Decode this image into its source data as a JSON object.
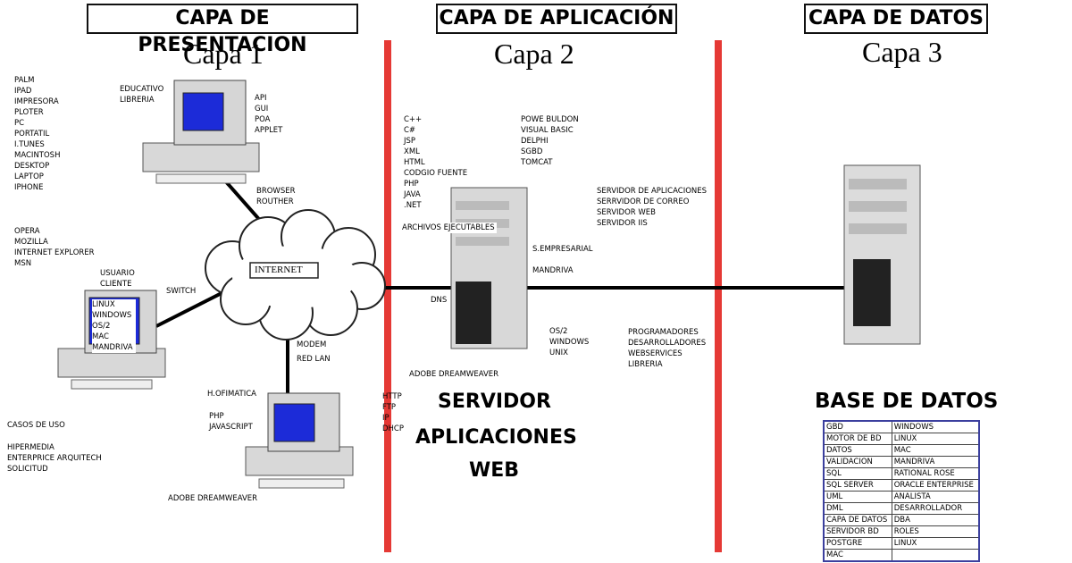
{
  "layers": {
    "presentation_header": "CAPA DE PRESENTACION",
    "application_header": "CAPA DE APLICACIÓN",
    "data_header": "CAPA DE DATOS",
    "capa1": "Capa 1",
    "capa2": "Capa 2",
    "capa3": "Capa 3"
  },
  "presentation": {
    "devices": [
      "PALM",
      "IPAD",
      "IMPRESORA",
      "PLOTER",
      "PC",
      "PORTATIL",
      "I.TUNES",
      "MACINTOSH",
      "DESKTOP",
      "LAPTOP",
      "IPHONE"
    ],
    "top_pc_label": [
      "EDUCATIVO",
      "LIBRERIA"
    ],
    "top_pc_side": [
      "API",
      "GUI",
      "POA",
      "APPLET"
    ],
    "browser_router": [
      "BROWSER",
      "ROUTHER"
    ],
    "browsers": [
      "OPERA",
      "MOZILLA",
      "INTERNET EXPLORER",
      "MSN"
    ],
    "user_client": [
      "USUARIO",
      "CLIENTE"
    ],
    "switch": "SWITCH",
    "internet": "INTERNET",
    "os_list": [
      "LINUX",
      "WINDOWS",
      "OS/2",
      "MAC",
      "MANDRIVA"
    ],
    "modem_lan": [
      "MODEM",
      "RED LAN"
    ],
    "ofimatica": "H.OFIMATICA",
    "php_js": [
      "PHP",
      "JAVASCRIPT"
    ],
    "adobe_bottom": "ADOBE DREAMWEAVER",
    "casos": "CASOS DE USO",
    "hipermedia": [
      "HIPERMEDIA",
      "ENTERPRICE ARQUITECH",
      "SOLICITUD"
    ],
    "protocols": [
      "HTTP",
      "FTP",
      "IP",
      "DHCP"
    ]
  },
  "application": {
    "languages": [
      "C++",
      "C#",
      "JSP",
      "XML",
      "HTML",
      "CODGIO FUENTE",
      "PHP",
      "JAVA",
      ".NET"
    ],
    "tools": [
      "POWE BULDON",
      "VISUAL BASIC",
      "DELPHI",
      "SGBD",
      "TOMCAT"
    ],
    "archivos": "ARCHIVOS EJECUTABLES",
    "servers": [
      "SERVIDOR DE APLICACIONES",
      "SERRVIDOR DE CORREO",
      "SERVIDOR WEB",
      "SERVIDOR IIS"
    ],
    "empresarial": "S.EMPRESARIAL",
    "mandriva": "MANDRIVA",
    "dns": "DNS",
    "os_server": [
      "OS/2",
      "WINDOWS",
      "UNIX"
    ],
    "adobe": "ADOBE DREAMWEAVER",
    "roles": [
      "PROGRAMADORES",
      "DESARROLLADORES",
      "WEBSERVICES",
      "LIBRERIA"
    ],
    "title_lines": [
      "SERVIDOR",
      "APLICACIONES",
      "WEB"
    ]
  },
  "data_layer": {
    "title": "BASE DE DATOS",
    "table": [
      [
        "GBD",
        "WINDOWS"
      ],
      [
        "MOTOR DE BD",
        "LINUX"
      ],
      [
        "DATOS",
        "MAC"
      ],
      [
        "VALIDACION",
        "MANDRIVA"
      ],
      [
        "SQL",
        "RATIONAL ROSE"
      ],
      [
        "SQL SERVER",
        "ORACLE ENTERPRISE"
      ],
      [
        "UML",
        "ANALISTA"
      ],
      [
        "DML",
        "DESARROLLADOR"
      ],
      [
        "CAPA DE DATOS",
        "DBA"
      ],
      [
        "SERVIDOR BD",
        "ROLES"
      ],
      [
        "POSTGRE",
        "LINUX"
      ],
      [
        "MAC",
        ""
      ]
    ]
  },
  "colors": {
    "divider": "#e53935",
    "screen": "#1c2bd8"
  }
}
